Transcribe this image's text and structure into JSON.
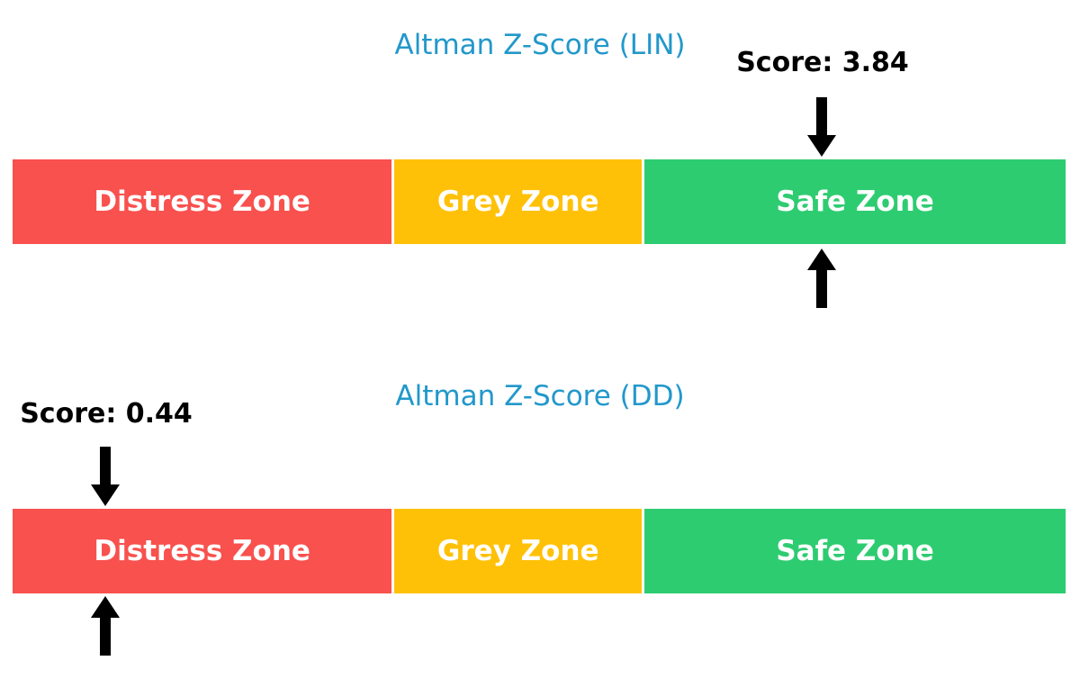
{
  "colors": {
    "title": "#2298CB",
    "score_text": "#000000",
    "arrow": "#000000",
    "zone_label_text": "#FFFFFF",
    "background": "#FFFFFF",
    "distress": "#F8514E",
    "grey": "#FFC107",
    "safe": "#2ECC71"
  },
  "chart_data": [
    {
      "type": "bar",
      "variant": "LIN",
      "title": "Altman Z-Score (LIN)",
      "score": 3.84,
      "score_label": "Score: 3.84",
      "scale": [
        0,
        5
      ],
      "marker_pct": 76.8,
      "marker_zone": "Safe Zone",
      "legend_position": "none",
      "grid": false,
      "zones": [
        {
          "label": "Distress Zone",
          "color": "#F8514E",
          "from": 0,
          "to": 1.81,
          "width_pct": 36.2
        },
        {
          "label": "Grey Zone",
          "color": "#FFC107",
          "from": 1.81,
          "to": 2.99,
          "width_pct": 23.6
        },
        {
          "label": "Safe Zone",
          "color": "#2ECC71",
          "from": 2.99,
          "to": 5.0,
          "width_pct": 40.2
        }
      ]
    },
    {
      "type": "bar",
      "variant": "DD",
      "title": "Altman Z-Score (DD)",
      "score": 0.44,
      "score_label": "Score: 0.44",
      "scale": [
        0,
        5
      ],
      "marker_pct": 8.8,
      "marker_zone": "Distress Zone",
      "legend_position": "none",
      "grid": false,
      "zones": [
        {
          "label": "Distress Zone",
          "color": "#F8514E",
          "from": 0,
          "to": 1.81,
          "width_pct": 36.2
        },
        {
          "label": "Grey Zone",
          "color": "#FFC107",
          "from": 1.81,
          "to": 2.99,
          "width_pct": 23.6
        },
        {
          "label": "Safe Zone",
          "color": "#2ECC71",
          "from": 2.99,
          "to": 5.0,
          "width_pct": 40.2
        }
      ]
    }
  ]
}
